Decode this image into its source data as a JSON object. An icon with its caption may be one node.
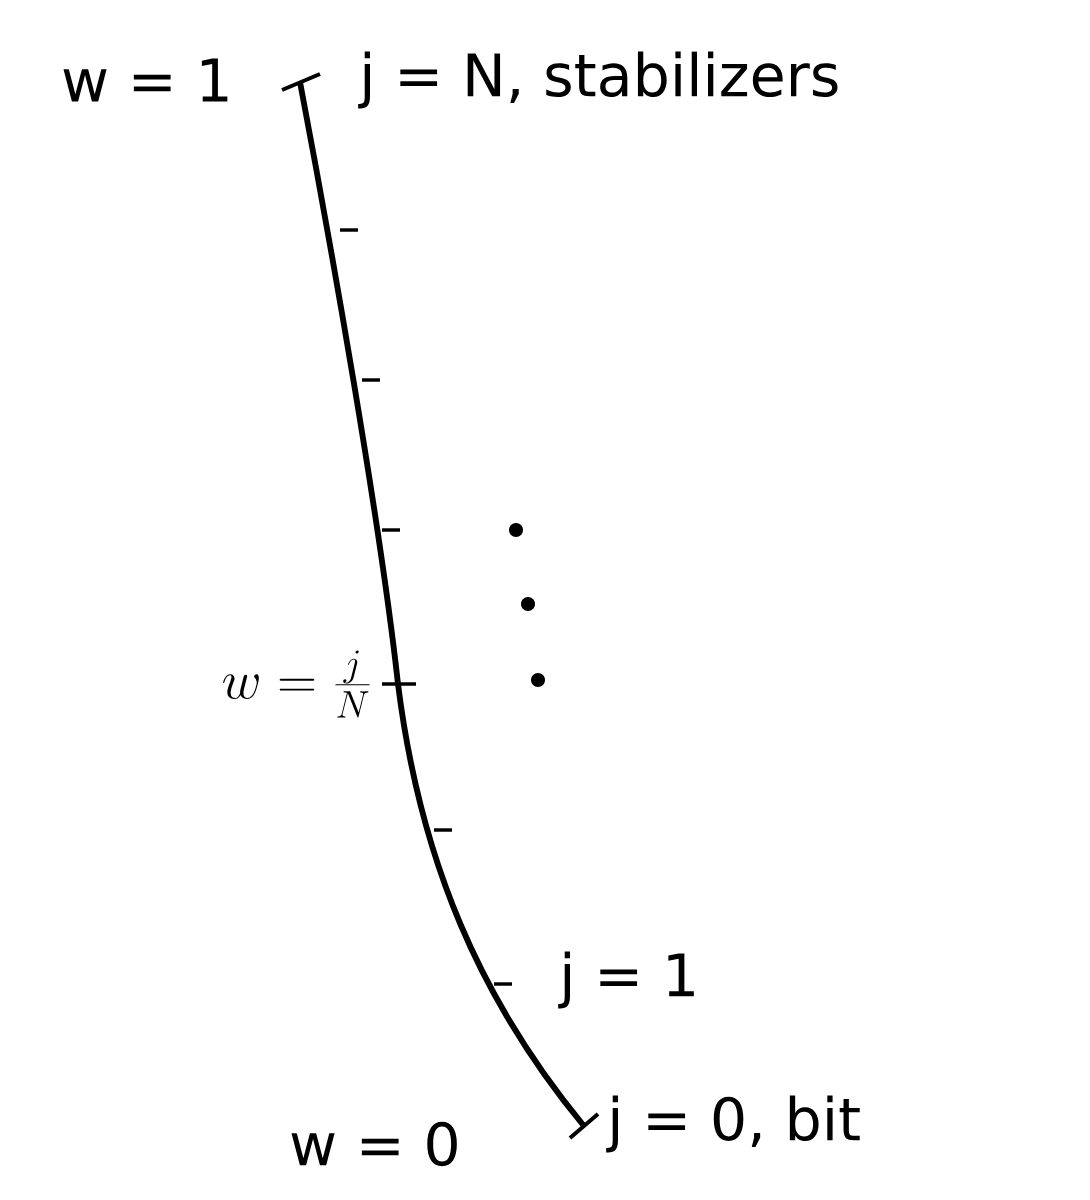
{
  "diagram": {
    "labels": [
      "w = 1",
      "j = N, stabilizers",
      "w = \\frac{j}{N}",
      "j = 1",
      "w = 0",
      "j = 0, bit"
    ]
  }
}
